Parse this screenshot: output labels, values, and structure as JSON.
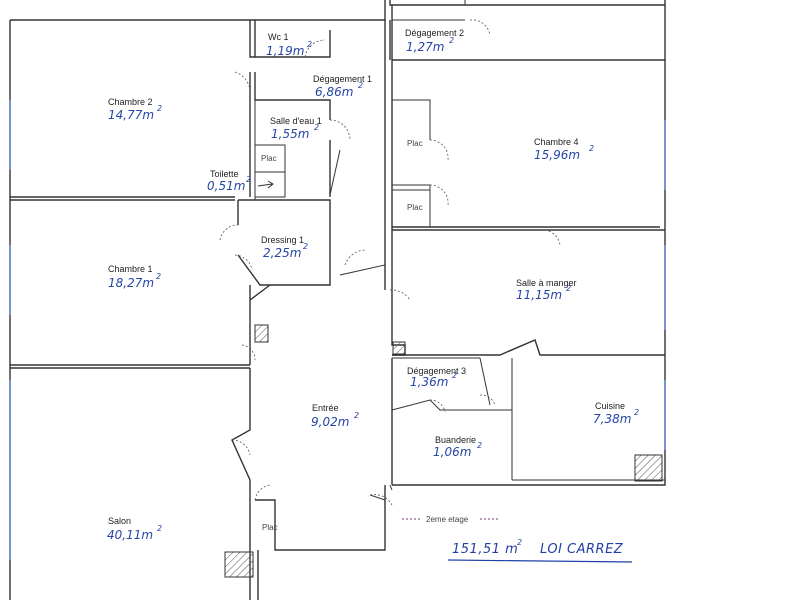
{
  "rooms": {
    "wc1": {
      "name": "Wc 1",
      "area": "1,19m",
      "sup": "2"
    },
    "degagement2": {
      "name": "Dégagement 2",
      "area": "1,27m",
      "sup": "2"
    },
    "degagement1": {
      "name": "Dégagement 1",
      "area": "6,86m",
      "sup": "2"
    },
    "chambre2": {
      "name": "Chambre 2",
      "area": "14,77m",
      "sup": "2"
    },
    "salleeau1": {
      "name": "Salle d'eau 1",
      "area": "1,55m",
      "sup": "2"
    },
    "chambre4": {
      "name": "Chambre 4",
      "area": "15,96m",
      "sup": "2"
    },
    "toilette": {
      "name": "Toilette",
      "area": "0,51m",
      "sup": "2"
    },
    "dressing1": {
      "name": "Dressing 1",
      "area": "2,25m",
      "sup": "2"
    },
    "chambre1": {
      "name": "Chambre 1",
      "area": "18,27m",
      "sup": "2"
    },
    "sallemanger": {
      "name": "Salle à manger",
      "area": "11,15m",
      "sup": "2"
    },
    "degagement3": {
      "name": "Dégagement 3",
      "area": "1,36m",
      "sup": "2"
    },
    "entree": {
      "name": "Entrée",
      "area": "9,02m",
      "sup": "2"
    },
    "cuisine": {
      "name": "Cuisine",
      "area": "7,38m",
      "sup": "2"
    },
    "buanderie": {
      "name": "Buanderie",
      "area": "1,06m",
      "sup": "2"
    },
    "salon": {
      "name": "Salon",
      "area": "40,11m",
      "sup": "2"
    }
  },
  "placards": {
    "plac_a": "Plac",
    "plac_b": "Plac",
    "plac_c": "Plac",
    "plac_d": "Plac"
  },
  "legend": {
    "floor_label": "2eme etage"
  },
  "total": {
    "value": "151,51 m",
    "sup": "2",
    "suffix": "LOI CARREZ"
  }
}
